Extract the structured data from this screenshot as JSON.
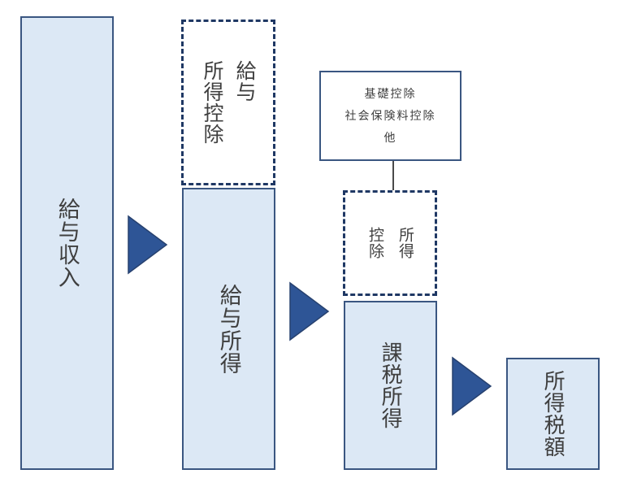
{
  "diagram": {
    "type": "flow",
    "language": "ja",
    "topic": "income-tax-calculation-flow",
    "bars": {
      "salary_revenue": "給与収入",
      "employment_income": "給与所得",
      "taxable_income": "課税所得",
      "income_tax_amount": "所得税額"
    },
    "deduction_boxes": {
      "employment_deduction": {
        "right_column": "給与",
        "left_column": "所得控除",
        "full_label": "給与所得控除"
      },
      "income_deduction": {
        "right_column": "所得",
        "left_column": "控除",
        "full_label": "所得控除"
      }
    },
    "info_box": {
      "lines": [
        "基礎控除",
        "社会保険料控除",
        "他"
      ]
    },
    "colors": {
      "bar_fill": "#dce8f5",
      "bar_border": "#3a5681",
      "dashed_border": "#1f3864",
      "arrow_fill": "#2e5596",
      "arrow_stroke": "#27416f",
      "text": "#3f3f3f",
      "connector": "#4a4a4a",
      "background": "#ffffff"
    }
  }
}
